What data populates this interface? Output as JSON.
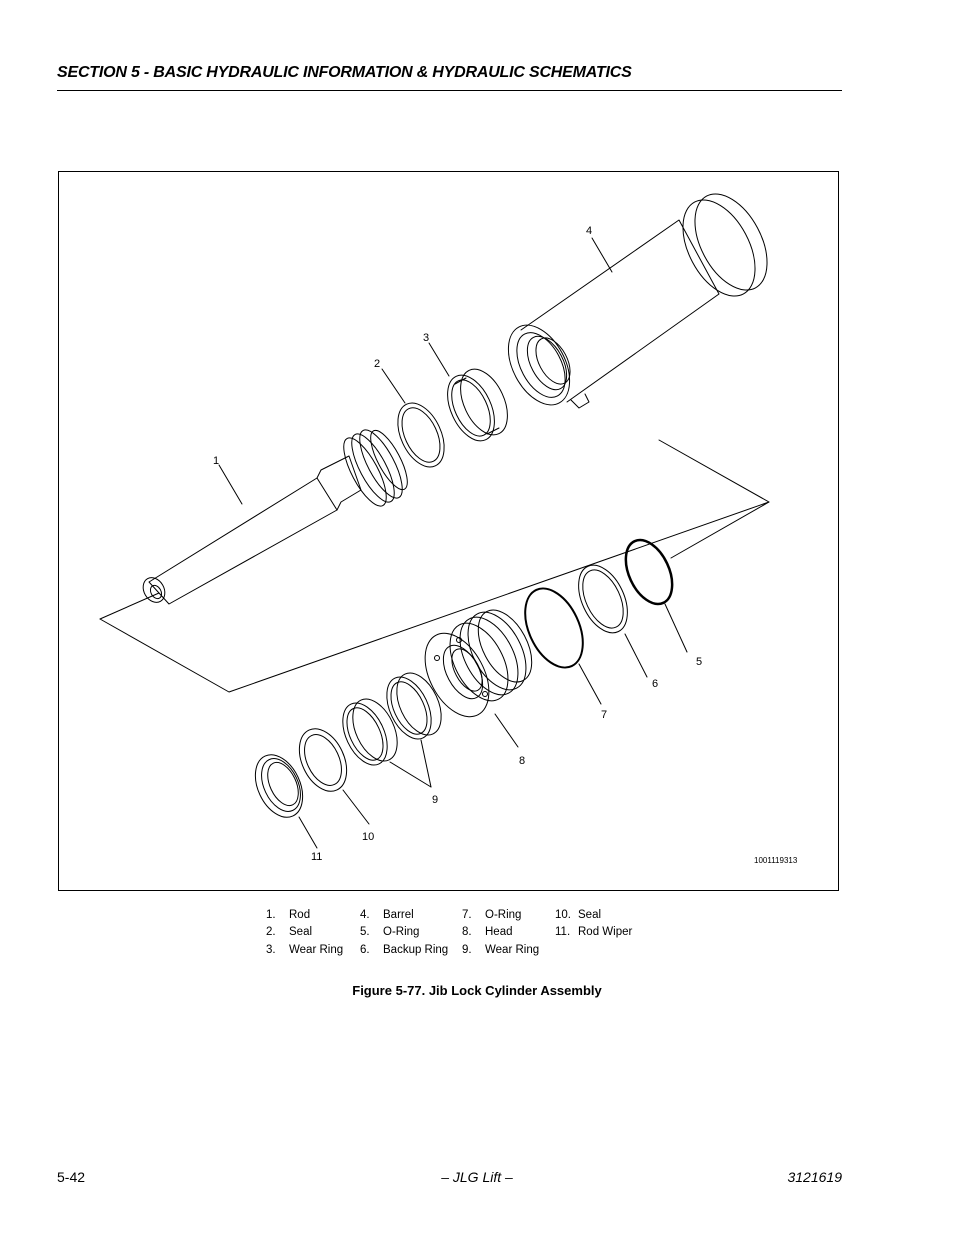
{
  "header": {
    "section_title": "SECTION 5 - BASIC HYDRAULIC INFORMATION & HYDRAULIC SCHEMATICS"
  },
  "figure": {
    "callouts": [
      "1",
      "2",
      "3",
      "4",
      "5",
      "6",
      "7",
      "8",
      "9",
      "10",
      "11"
    ],
    "drawing_id": "1001119313",
    "caption": "Figure 5-77.  Jib Lock Cylinder Assembly"
  },
  "legend": [
    {
      "num": "1.",
      "label": "Rod"
    },
    {
      "num": "2.",
      "label": "Seal"
    },
    {
      "num": "3.",
      "label": "Wear Ring"
    },
    {
      "num": "4.",
      "label": "Barrel"
    },
    {
      "num": "5.",
      "label": "O-Ring"
    },
    {
      "num": "6.",
      "label": "Backup Ring"
    },
    {
      "num": "7.",
      "label": "O-Ring"
    },
    {
      "num": "8.",
      "label": "Head"
    },
    {
      "num": "9.",
      "label": "Wear Ring"
    },
    {
      "num": "10.",
      "label": "Seal"
    },
    {
      "num": "11.",
      "label": "Rod Wiper"
    }
  ],
  "footer": {
    "page_number": "5-42",
    "center_text": "– JLG Lift –",
    "doc_number": "3121619"
  }
}
